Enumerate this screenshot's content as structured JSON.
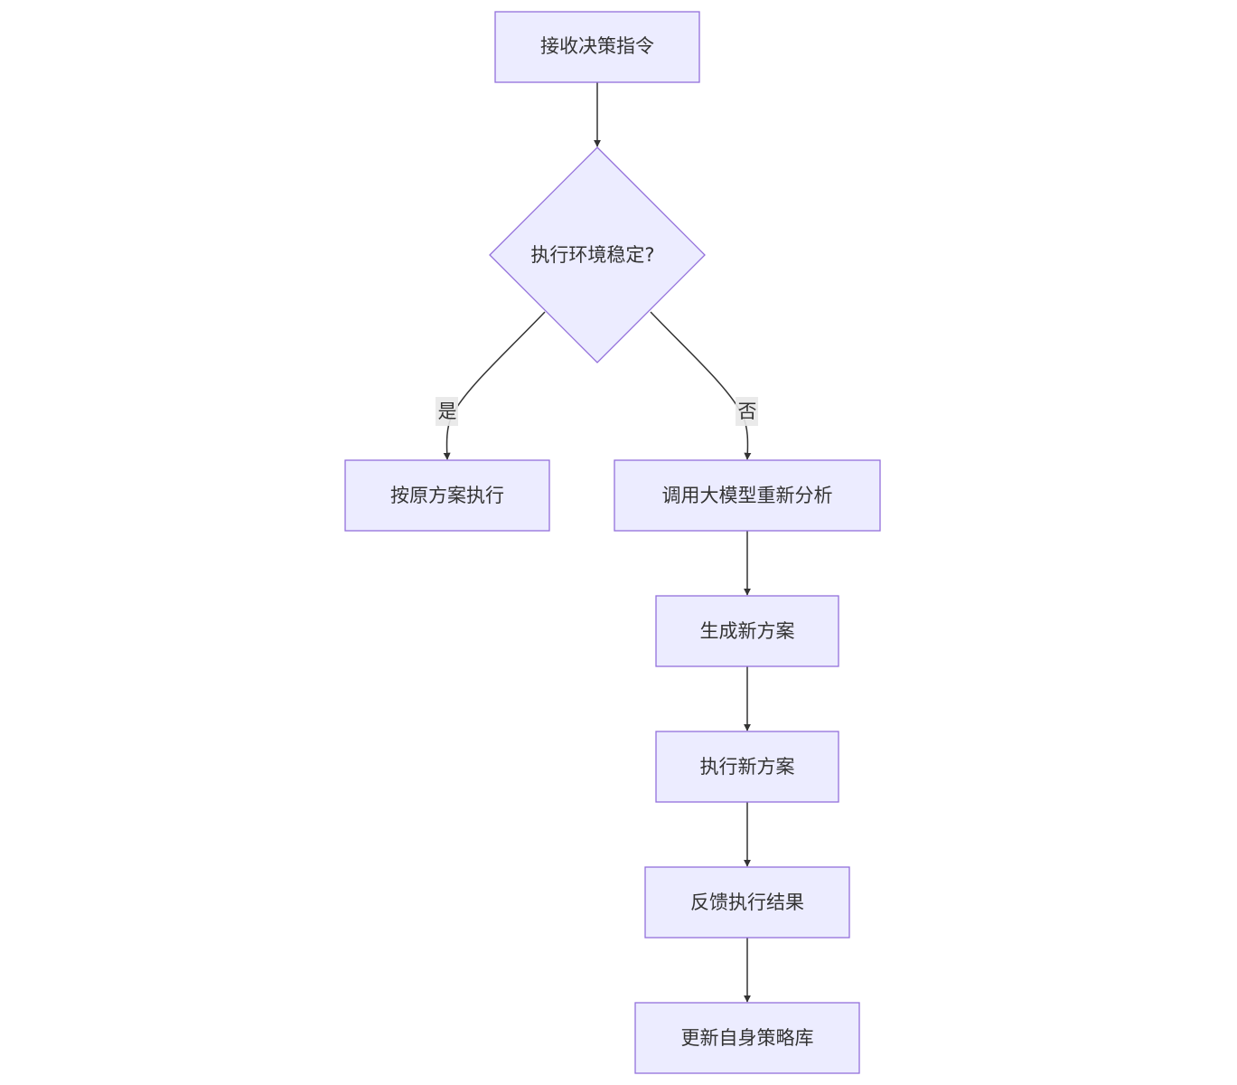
{
  "diagram": {
    "type": "flowchart",
    "direction": "top-down",
    "nodes": {
      "receive": {
        "label": "接收决策指令",
        "shape": "rect"
      },
      "check": {
        "label": "执行环境稳定?",
        "shape": "diamond"
      },
      "original": {
        "label": "按原方案执行",
        "shape": "rect"
      },
      "reanalyze": {
        "label": "调用大模型重新分析",
        "shape": "rect"
      },
      "generate": {
        "label": "生成新方案",
        "shape": "rect"
      },
      "execute_new": {
        "label": "执行新方案",
        "shape": "rect"
      },
      "feedback": {
        "label": "反馈执行结果",
        "shape": "rect"
      },
      "update": {
        "label": "更新自身策略库",
        "shape": "rect"
      }
    },
    "edges": [
      {
        "from": "receive",
        "to": "check",
        "label": ""
      },
      {
        "from": "check",
        "to": "original",
        "label": "是"
      },
      {
        "from": "check",
        "to": "reanalyze",
        "label": "否"
      },
      {
        "from": "reanalyze",
        "to": "generate",
        "label": ""
      },
      {
        "from": "generate",
        "to": "execute_new",
        "label": ""
      },
      {
        "from": "execute_new",
        "to": "feedback",
        "label": ""
      },
      {
        "from": "feedback",
        "to": "update",
        "label": ""
      }
    ],
    "colors": {
      "node_fill": "#ECECFF",
      "node_stroke": "#9370DB",
      "edge": "#333333",
      "text": "#333333",
      "edge_label_bg": "#e8e8e8"
    }
  }
}
